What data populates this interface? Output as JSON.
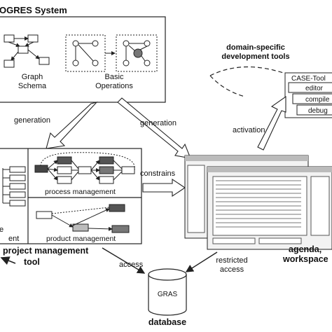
{
  "progres_title": "OGRES System",
  "graph_schema": {
    "line1": "Graph",
    "line2": "Schema"
  },
  "basic_operations": {
    "line1": "Basic",
    "line2": "Operations"
  },
  "domain_tools": {
    "title_line1": "domain-specific",
    "title_line2": "development tools",
    "items": [
      "CASE-Tool",
      "editor",
      "compile",
      "debug"
    ]
  },
  "arrows": {
    "generation_left": "generation",
    "generation_right": "generation",
    "constrains": "constrains",
    "activation": "activation",
    "access": "access",
    "restricted_access_line1": "restricted",
    "restricted_access_line2": "access"
  },
  "pm_tool": {
    "process_management": "process management",
    "product_management": "product management",
    "left_fragment_1": "e",
    "left_fragment_2": "ent",
    "title_line1": "project management",
    "title_line2": "tool"
  },
  "agenda": {
    "line1": "agenda,",
    "line2": "workspace"
  },
  "database": {
    "label": "GRAS",
    "caption": "database"
  },
  "colors": {
    "line": "#222222",
    "fill_dark": "#666666",
    "fill_mid": "#bfbfbf",
    "screen_bg": "#f2f2f2"
  }
}
